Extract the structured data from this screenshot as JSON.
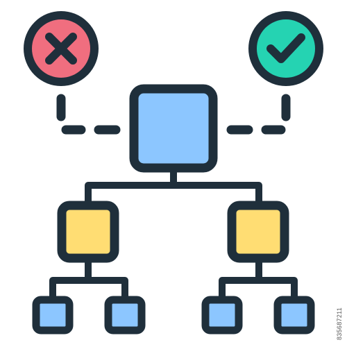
{
  "icon": {
    "name": "decision-hierarchy-icon",
    "colors": {
      "outline": "#1f2f3b",
      "reject": "#f06e7f",
      "accept": "#25d3b2",
      "root_fill": "#8cc6ff",
      "branch_fill": "#ffdd73",
      "leaf_fill": "#8cc6ff",
      "background": "#ffffff"
    },
    "nodes": {
      "reject": "x-mark-icon",
      "accept": "checkmark-icon",
      "root": "root-node",
      "branches": [
        "branch-node-left",
        "branch-node-right"
      ],
      "leaves": [
        "leaf-node-1",
        "leaf-node-2",
        "leaf-node-3",
        "leaf-node-4"
      ]
    }
  },
  "stock_id": "835687211"
}
